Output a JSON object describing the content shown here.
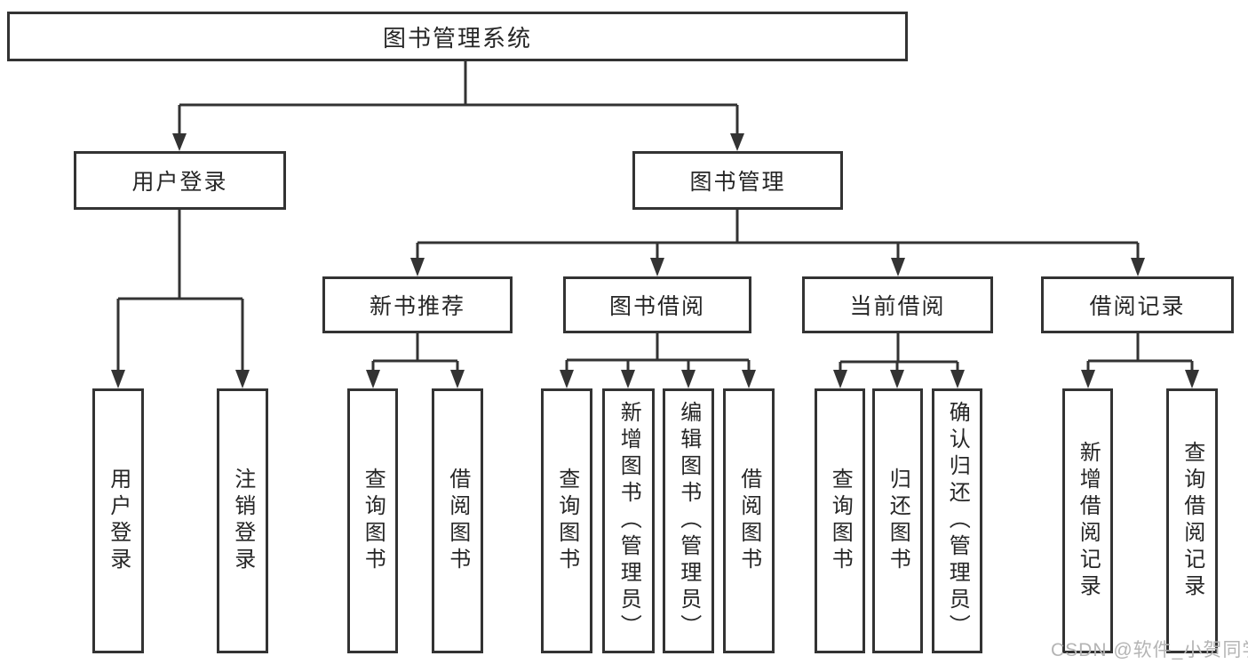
{
  "colors": {
    "line": "#333333",
    "box_border": "#333333",
    "background": "#ffffff",
    "text": "#262626",
    "watermark": "#b4b4b4"
  },
  "nodes": {
    "root": "图书管理系统",
    "level2": [
      "用户登录",
      "图书管理"
    ],
    "level3": [
      "新书推荐",
      "图书借阅",
      "当前借阅",
      "借阅记录"
    ],
    "leaves": {
      "user_login": [
        "用户登录",
        "注销登录"
      ],
      "new_book_recommend": [
        "查询图书",
        "借阅图书"
      ],
      "book_borrow": [
        "查询图书",
        "新增图书（管理员）",
        "编辑图书（管理员）",
        "借阅图书"
      ],
      "current_borrow": [
        "查询图书",
        "归还图书",
        "确认归还（管理员）"
      ],
      "borrow_records": [
        "新增借阅记录",
        "查询借阅记录"
      ]
    }
  },
  "watermark": "CSDN @软件_小贺同学"
}
